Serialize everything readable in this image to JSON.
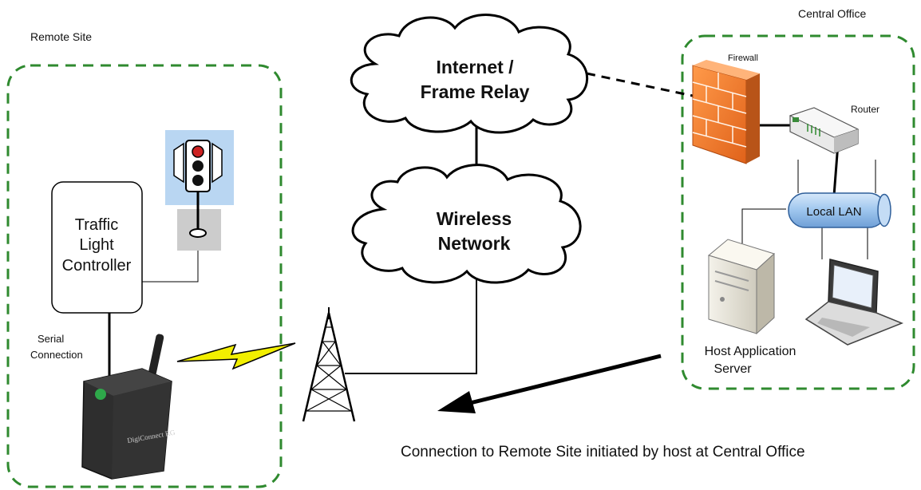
{
  "regions": {
    "remote_site": "Remote Site",
    "central_office": "Central Office"
  },
  "clouds": {
    "internet_line1": "Internet /",
    "internet_line2": "Frame Relay",
    "wireless_line1": "Wireless",
    "wireless_line2": "Network"
  },
  "controller": {
    "line1": "Traffic",
    "line2": "Light",
    "line3": "Controller"
  },
  "labels": {
    "serial_line1": "Serial",
    "serial_line2": "Connection",
    "firewall": "Firewall",
    "router": "Router",
    "local_lan": "Local LAN",
    "server_line1": "Host Application",
    "server_line2": "Server",
    "caption": "Connection to Remote Site initiated by host at Central Office"
  },
  "device_brand": "DigiConnect RG",
  "colors": {
    "group_border": "#2f8a2f",
    "lan_fill": "#9ec6ee",
    "firewall": "#f07a30",
    "lightning": "#f2ef00",
    "traffic_bg": "#b9d6f2",
    "traffic_pole_bg": "#cccccc"
  },
  "icons": [
    "traffic-light-icon",
    "modem-icon",
    "tower-icon",
    "firewall-icon",
    "router-icon",
    "server-icon",
    "laptop-icon",
    "lightning-icon"
  ]
}
